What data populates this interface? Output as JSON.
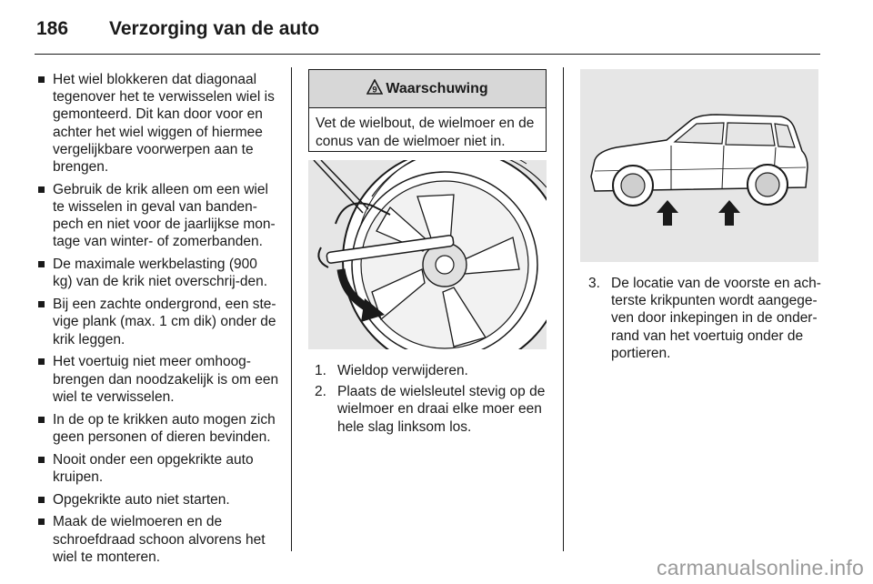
{
  "header": {
    "page_number": "186",
    "title": "Verzorging van de auto"
  },
  "left_column": {
    "bullets": [
      "Het wiel blokkeren dat diagonaal tegenover het te verwisselen wiel is gemonteerd. Dit kan door voor en achter het wiel wiggen of hiermee vergelijkbare voorwerpen aan te brengen.",
      "Gebruik de krik alleen om een wiel te wisselen in geval van banden-pech en niet voor de jaarlijkse mon-tage van winter- of zomerbanden.",
      "De maximale werkbelasting (900 kg) van de krik niet overschrij-den.",
      "Bij een zachte ondergrond, een ste-vige plank (max. 1 cm dik) onder de krik leggen.",
      "Het voertuig niet meer omhoog-brengen dan noodzakelijk is om een wiel te verwisselen.",
      "In de op te krikken auto mogen zich geen personen of dieren bevinden.",
      "Nooit onder een opgekrikte auto kruipen.",
      "Opgekrikte auto niet starten.",
      "Maak de wielmoeren en de schroefdraad schoon alvorens het wiel te monteren."
    ]
  },
  "warning": {
    "icon": "warning-triangle-icon",
    "number": "9",
    "title": "Waarschuwing",
    "body": "Vet de wielbout, de wielmoer en de conus van de wielmoer niet in."
  },
  "middle_column": {
    "figure": "wheel-wrench-illustration",
    "steps": [
      {
        "num": "1.",
        "text": "Wieldop verwijderen."
      },
      {
        "num": "2.",
        "text": "Plaats de wielsleutel stevig op de wielmoer en draai elke moer een hele slag linksom los."
      }
    ]
  },
  "right_column": {
    "figure": "suv-jack-points-illustration",
    "steps": [
      {
        "num": "3.",
        "text": "De locatie van de voorste en ach-terste krikpunten wordt aangege-ven door inkepingen in de onder-rand van het voertuig onder de portieren."
      }
    ]
  },
  "watermark": "carmanualsonline.info"
}
